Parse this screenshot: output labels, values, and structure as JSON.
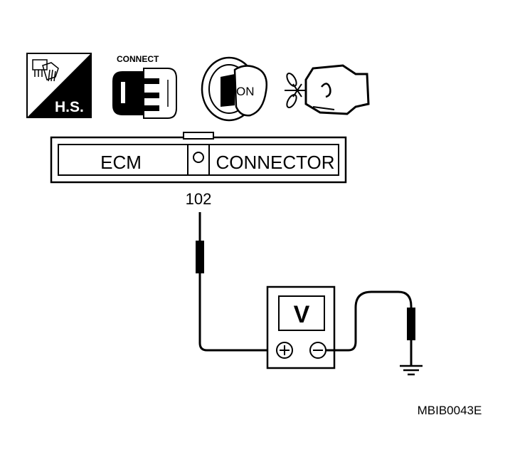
{
  "icons": {
    "hs_label": "H.S.",
    "connect_label": "CONNECT",
    "ignition_label": "ON"
  },
  "connector": {
    "left_label": "ECM",
    "right_label": "CONNECTOR",
    "terminal": "102"
  },
  "meter": {
    "label": "V"
  },
  "figure_code": "MBIB0043E"
}
